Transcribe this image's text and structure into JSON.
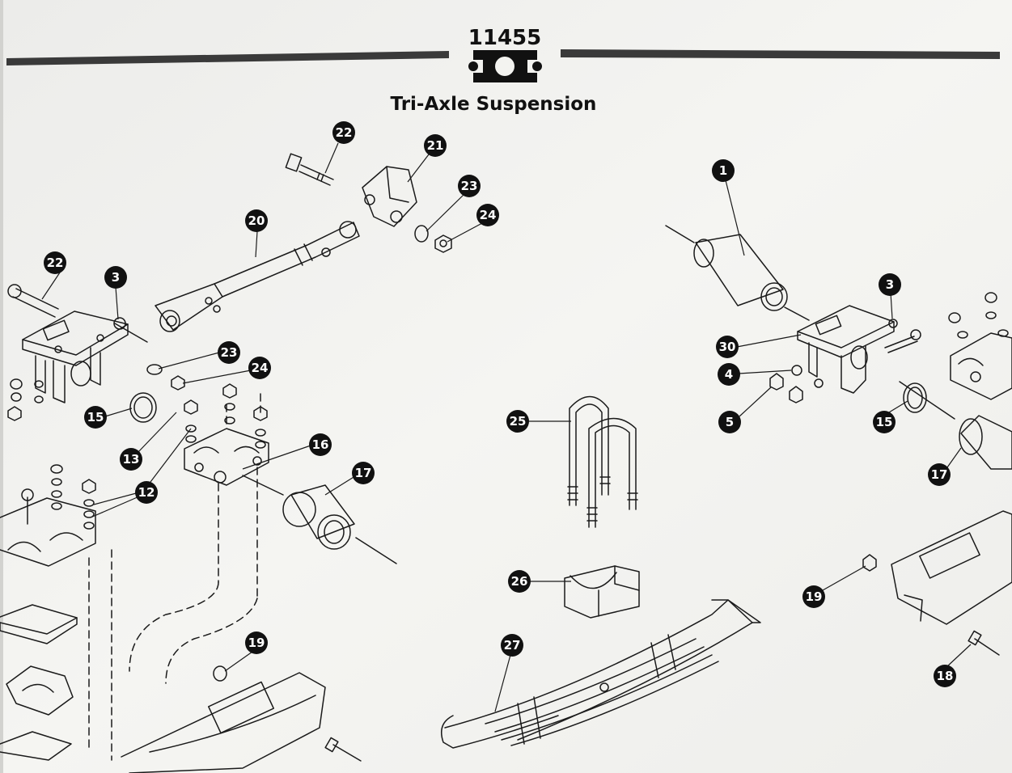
{
  "header": {
    "part_number": "11455",
    "title": "Tri-Axle Suspension",
    "logo": "two-dot-square-logo"
  },
  "colors": {
    "paper": "#f3f3f0",
    "ink": "#1a1a1a",
    "rule": "#3a3a3a",
    "callout_fill": "#111111",
    "callout_text": "#ffffff"
  },
  "callouts": [
    {
      "id": "c22a",
      "label": "22"
    },
    {
      "id": "c21",
      "label": "21"
    },
    {
      "id": "c23a",
      "label": "23"
    },
    {
      "id": "c24a",
      "label": "24"
    },
    {
      "id": "c20",
      "label": "20"
    },
    {
      "id": "c22b",
      "label": "22"
    },
    {
      "id": "c3a",
      "label": "3"
    },
    {
      "id": "c23b",
      "label": "23"
    },
    {
      "id": "c24b",
      "label": "24"
    },
    {
      "id": "c15a",
      "label": "15"
    },
    {
      "id": "c13",
      "label": "13"
    },
    {
      "id": "c12",
      "label": "12"
    },
    {
      "id": "c16",
      "label": "16"
    },
    {
      "id": "c17a",
      "label": "17"
    },
    {
      "id": "c19a",
      "label": "19"
    },
    {
      "id": "c25",
      "label": "25"
    },
    {
      "id": "c26",
      "label": "26"
    },
    {
      "id": "c27",
      "label": "27"
    },
    {
      "id": "c1",
      "label": "1"
    },
    {
      "id": "c3b",
      "label": "3"
    },
    {
      "id": "c30",
      "label": "30"
    },
    {
      "id": "c4",
      "label": "4"
    },
    {
      "id": "c5",
      "label": "5"
    },
    {
      "id": "c15b",
      "label": "15"
    },
    {
      "id": "c17b",
      "label": "17"
    },
    {
      "id": "c19b",
      "label": "19"
    },
    {
      "id": "c18",
      "label": "18"
    }
  ]
}
